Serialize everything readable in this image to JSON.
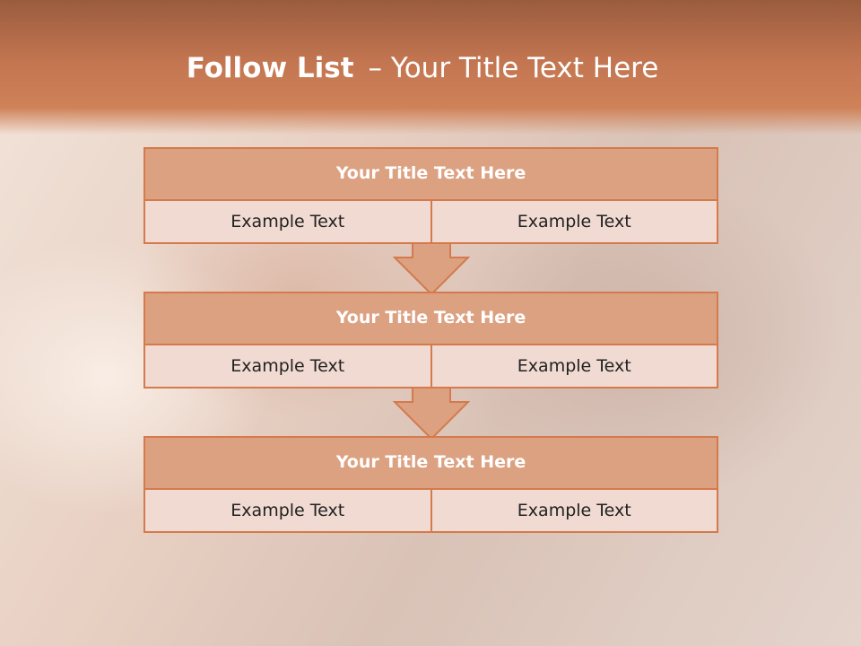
{
  "slide": {
    "title_bold": "Follow List",
    "title_rest": "– Your Title Text Here"
  },
  "steps": [
    {
      "title": "Your Title Text Here",
      "cells": [
        "Example Text",
        "Example Text"
      ]
    },
    {
      "title": "Your Title Text Here",
      "cells": [
        "Example Text",
        "Example Text"
      ]
    },
    {
      "title": "Your Title Text Here",
      "cells": [
        "Example Text",
        "Example Text"
      ]
    }
  ],
  "colors": {
    "accent": "#d47a4c",
    "header_fill": "#dca181",
    "cell_fill": "#f0dad1",
    "arrow_fill": "#dca181"
  }
}
